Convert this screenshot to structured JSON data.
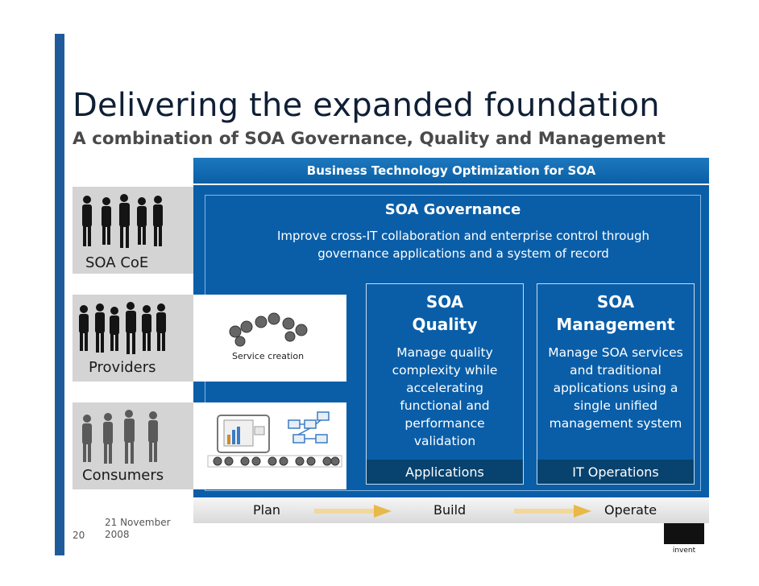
{
  "slide": {
    "title": "Delivering the expanded foundation",
    "subtitle": "A combination of SOA Governance, Quality and Management",
    "page_number": "20",
    "date_line1": "21 November",
    "date_line2": "2008",
    "logo_text": "invent"
  },
  "header": {
    "label": "Business Technology Optimization for SOA"
  },
  "governance": {
    "title": "SOA Governance",
    "desc_line1": "Improve cross-IT collaboration and enterprise control through",
    "desc_line2": "governance applications and a system of record"
  },
  "roles": [
    {
      "label": "SOA CoE"
    },
    {
      "label": "Providers"
    },
    {
      "label": "Consumers"
    }
  ],
  "service_creation": {
    "label": "Service creation"
  },
  "quality": {
    "title_line1": "SOA",
    "title_line2": "Quality",
    "desc": [
      "Manage quality",
      "complexity while",
      "accelerating",
      "functional and",
      "performance",
      "validation"
    ],
    "footer": "Applications"
  },
  "management": {
    "title_line1": "SOA",
    "title_line2": "Management",
    "desc": [
      "Manage SOA services",
      "and traditional",
      "applications using a",
      "single unified",
      "management system"
    ],
    "footer": "IT Operations"
  },
  "phases": {
    "plan": "Plan",
    "build": "Build",
    "operate": "Operate"
  },
  "colors": {
    "primary_blue": "#0a5ea8",
    "dark_blue": "#08426f",
    "accent_bar": "#1f5b9b",
    "arrow_gold": "#e8b84a"
  }
}
